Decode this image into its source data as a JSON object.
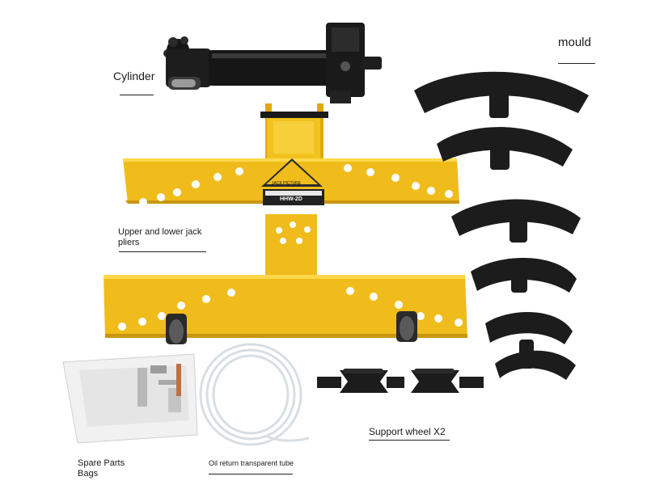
{
  "labels": {
    "cylinder": "Cylinder",
    "mould": "mould",
    "pliers_line1": "Upper and lower jack",
    "pliers_line2": "pliers",
    "spare_line1": "Spare Parts",
    "spare_line2": "Bags",
    "tube": "Oil return transparent tube",
    "wheel": "Support wheel X2"
  },
  "plate": {
    "model": "HHW-2D",
    "warning": "JACK PICTURE"
  },
  "colors": {
    "plier_yellow": "#f0bc1b",
    "plier_shadow": "#c9960f",
    "part_black": "#1c1c1c",
    "hole_white": "#ffffff",
    "tube_clear": "#dfe6ea"
  }
}
